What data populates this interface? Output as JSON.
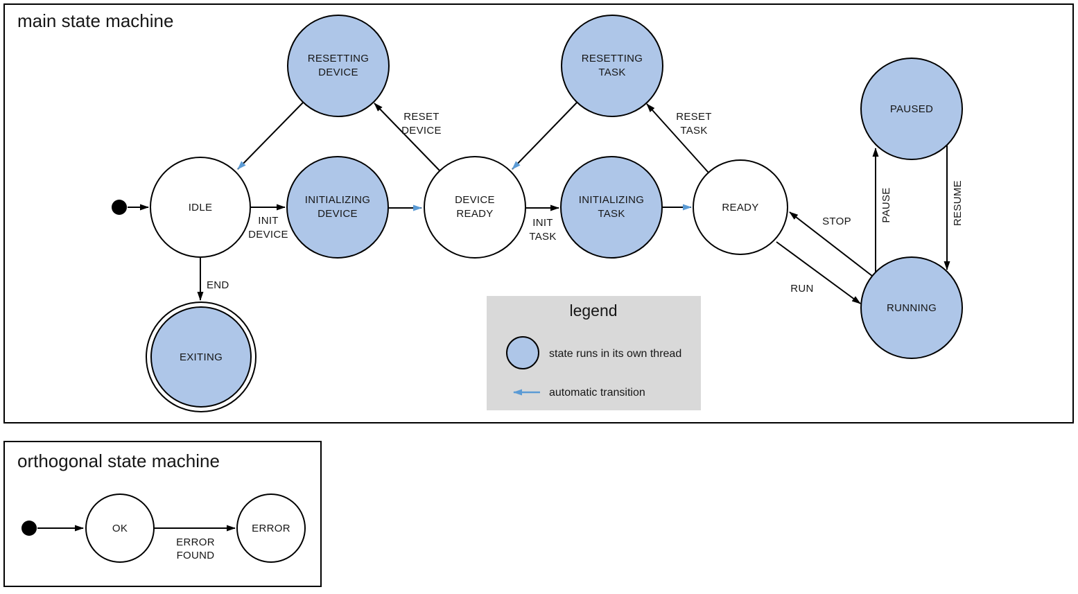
{
  "colors": {
    "threaded_state_fill": "#aec6e8",
    "automatic_transition_arrow": "#5b9bd5",
    "legend_background": "#d9d9d9",
    "plain_state_fill": "#ffffff",
    "line_color": "#000000"
  },
  "main_machine": {
    "title": "main state machine",
    "states": {
      "idle": {
        "label": "IDLE"
      },
      "initializing_device": {
        "line1": "INITIALIZING",
        "line2": "DEVICE"
      },
      "device_ready": {
        "line1": "DEVICE",
        "line2": "READY"
      },
      "initializing_task": {
        "line1": "INITIALIZING",
        "line2": "TASK"
      },
      "ready": {
        "label": "READY"
      },
      "resetting_device": {
        "line1": "RESETTING",
        "line2": "DEVICE"
      },
      "resetting_task": {
        "line1": "RESETTING",
        "line2": "TASK"
      },
      "paused": {
        "label": "PAUSED"
      },
      "running": {
        "label": "RUNNING"
      },
      "exiting": {
        "label": "EXITING"
      }
    },
    "transitions": {
      "init_device": {
        "line1": "INIT",
        "line2": "DEVICE"
      },
      "init_task": {
        "line1": "INIT",
        "line2": "TASK"
      },
      "reset_device": {
        "line1": "RESET",
        "line2": "DEVICE"
      },
      "reset_task": {
        "line1": "RESET",
        "line2": "TASK"
      },
      "end": {
        "label": "END"
      },
      "stop": {
        "label": "STOP"
      },
      "run": {
        "label": "RUN"
      },
      "pause": {
        "label": "PAUSE"
      },
      "resume": {
        "label": "RESUME"
      }
    }
  },
  "legend": {
    "title": "legend",
    "items": {
      "threaded_state": "state runs in its own thread",
      "automatic_transition": "automatic transition"
    }
  },
  "orthogonal_machine": {
    "title": "orthogonal state machine",
    "states": {
      "ok": {
        "label": "OK"
      },
      "error": {
        "label": "ERROR"
      }
    },
    "transitions": {
      "error_found": {
        "line1": "ERROR",
        "line2": "FOUND"
      }
    }
  }
}
